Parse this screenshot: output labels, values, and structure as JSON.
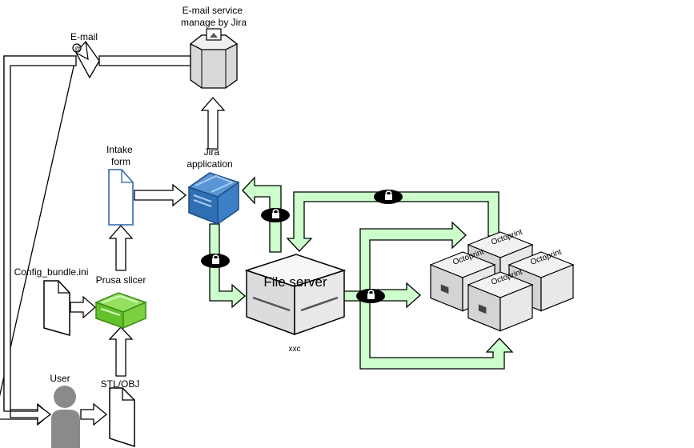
{
  "labels": {
    "email_service": [
      "E-mail service",
      "manage by Jira"
    ],
    "email": "E-mail",
    "intake_form": [
      "Intake",
      "form"
    ],
    "jira_application": [
      "Jira",
      "application"
    ],
    "config_bundle": "Config_bundle.ini",
    "prusa_slicer": "Prusa slicer",
    "file_server": "File server",
    "file_server_sub": "xxc",
    "user": "User",
    "stl_obj": "STL/OBJ",
    "octoprint": "Octoprint"
  },
  "colors": {
    "green_connector": "#ccffcc",
    "jira_blue": "#3a78bf",
    "slicer_green": "#6fce3a",
    "server_gray": "#e6e6e6"
  },
  "icons": [
    "cloud-server-icon",
    "envelope-icon",
    "document-icon",
    "package-icon",
    "server-icon",
    "user-icon",
    "lock-icon"
  ]
}
